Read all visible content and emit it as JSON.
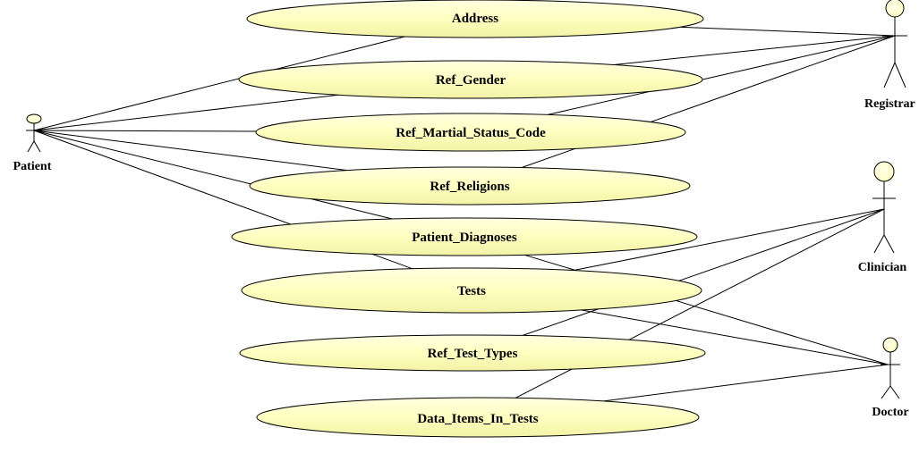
{
  "colors": {
    "usecase_fill": "#ffffc0",
    "usecase_fill_dark": "#f2f2a6",
    "actor_head_fill": "#ffffc0",
    "line": "#000000",
    "background": "#ffffff"
  },
  "actors": {
    "patient": "Patient",
    "registrar": "Registrar",
    "clinician": "Clinician",
    "doctor": "Doctor"
  },
  "use_cases": {
    "address": "Address",
    "ref_gender": "Ref_Gender",
    "ref_martial_status_code": "Ref_Martial_Status_Code",
    "ref_religions": "Ref_Religions",
    "patient_diagnoses": "Patient_Diagnoses",
    "tests": "Tests",
    "ref_test_types": "Ref_Test_Types",
    "data_items_in_tests": "Data_Items_In_Tests"
  },
  "associations": [
    {
      "actor": "patient",
      "use_case": "address"
    },
    {
      "actor": "patient",
      "use_case": "ref_gender"
    },
    {
      "actor": "patient",
      "use_case": "ref_martial_status_code"
    },
    {
      "actor": "patient",
      "use_case": "ref_religions"
    },
    {
      "actor": "patient",
      "use_case": "patient_diagnoses"
    },
    {
      "actor": "patient",
      "use_case": "tests"
    },
    {
      "actor": "registrar",
      "use_case": "address"
    },
    {
      "actor": "registrar",
      "use_case": "ref_gender"
    },
    {
      "actor": "registrar",
      "use_case": "ref_martial_status_code"
    },
    {
      "actor": "registrar",
      "use_case": "ref_religions"
    },
    {
      "actor": "clinician",
      "use_case": "tests"
    },
    {
      "actor": "clinician",
      "use_case": "ref_test_types"
    },
    {
      "actor": "clinician",
      "use_case": "data_items_in_tests"
    },
    {
      "actor": "doctor",
      "use_case": "patient_diagnoses"
    },
    {
      "actor": "doctor",
      "use_case": "tests"
    },
    {
      "actor": "doctor",
      "use_case": "data_items_in_tests"
    }
  ]
}
